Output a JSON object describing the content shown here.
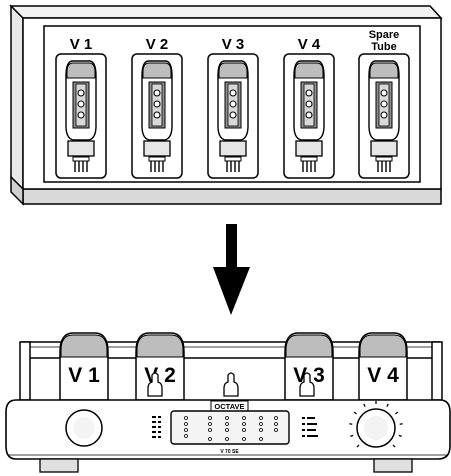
{
  "box": {
    "tube_labels": [
      "V 1",
      "V 2",
      "V 3",
      "V 4"
    ],
    "spare_label_line1": "Spare",
    "spare_label_line2": "Tube"
  },
  "amp": {
    "tube_labels": [
      "V 1",
      "V 2",
      "V 3",
      "V 4"
    ],
    "brand": "OCTAVE",
    "model": "V 70 SE"
  },
  "colors": {
    "outline": "#000000",
    "glass": "#ffffff",
    "tube_top": "#bdbdbd",
    "anode": "#8f8f8f",
    "base": "#e6e6e6",
    "panel_shadow": "#d4d4d4",
    "display": "#f4f4f4"
  }
}
